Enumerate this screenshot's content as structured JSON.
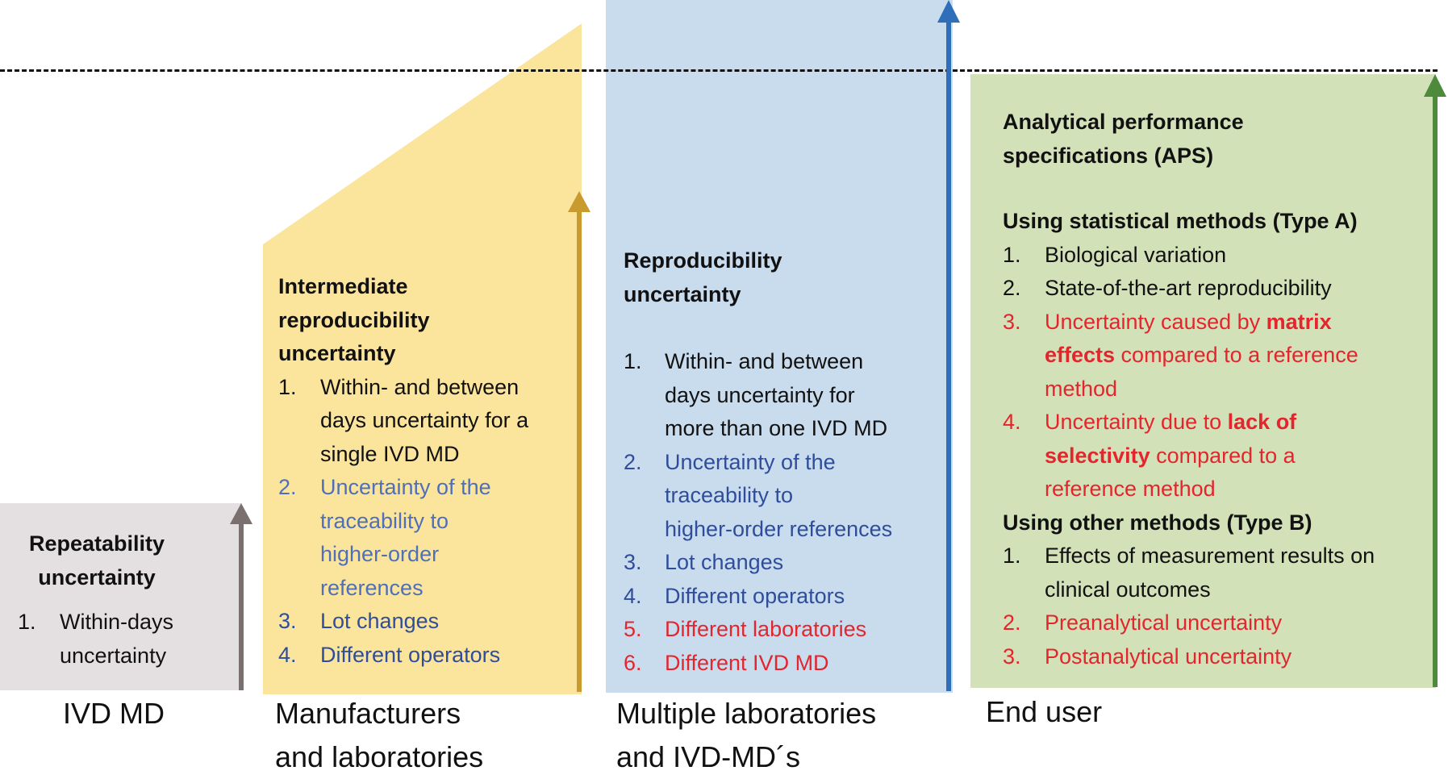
{
  "colors": {
    "gray": "#e4e0e1",
    "yellow": "#fbe59d",
    "blue": "#c9dcee",
    "green": "#d3e1b9",
    "arrow_gray": "#7b7070",
    "arrow_gold": "#c99a2e",
    "arrow_blue": "#2f6fba",
    "arrow_green": "#4e8a3c"
  },
  "gray": {
    "title": [
      "Repeatability",
      "uncertainty"
    ],
    "items": [
      {
        "num": "1.",
        "lines": [
          "Within-days",
          "uncertainty"
        ]
      }
    ],
    "label": [
      "IVD MD"
    ]
  },
  "yellow": {
    "title": [
      "Intermediate",
      "reproducibility",
      "uncertainty"
    ],
    "items": [
      {
        "num": "1.",
        "lines": [
          "Within- and between",
          "days uncertainty for a",
          "single IVD MD"
        ]
      },
      {
        "num": "2.",
        "lines": [
          "Uncertainty of the",
          "traceability to",
          "higher-order",
          "references"
        ]
      },
      {
        "num": "3.",
        "lines": [
          "Lot changes"
        ]
      },
      {
        "num": "4.",
        "lines": [
          "Different operators"
        ]
      }
    ],
    "label": [
      "Manufacturers",
      "and laboratories"
    ]
  },
  "blue": {
    "title": [
      "Reproducibility",
      "uncertainty"
    ],
    "items": [
      {
        "num": "1.",
        "lines": [
          "Within- and between",
          "days uncertainty for",
          "more than one IVD MD"
        ]
      },
      {
        "num": "2.",
        "lines": [
          "Uncertainty of the",
          "traceability to",
          "higher-order references"
        ]
      },
      {
        "num": "3.",
        "lines": [
          "Lot changes"
        ]
      },
      {
        "num": "4.",
        "lines": [
          "Different operators"
        ]
      },
      {
        "num": "5.",
        "lines": [
          "Different laboratories"
        ]
      },
      {
        "num": "6.",
        "lines": [
          "Different IVD MD"
        ]
      }
    ],
    "label": [
      "Multiple laboratories",
      "and IVD-MD´s"
    ]
  },
  "green": {
    "title": [
      "Analytical performance",
      "specifications (APS)"
    ],
    "typeA": "Using statistical methods (Type A)",
    "itemsA": [
      {
        "num": "1.",
        "lines": [
          "Biological variation"
        ]
      },
      {
        "num": "2.",
        "lines": [
          "State-of-the-art reproducibility"
        ]
      },
      {
        "num": "3.",
        "l1a": "Uncertainty caused by ",
        "l1b": "matrix",
        "l2a": "effects",
        "l2b": " compared to a reference",
        "l3": "method"
      },
      {
        "num": "4.",
        "l1a": "Uncertainty due to ",
        "l1b": "lack of",
        "l2a": "selectivity",
        "l2b": " compared to a",
        "l3": "reference method"
      }
    ],
    "typeB": "Using other methods (Type B)",
    "itemsB": [
      {
        "num": "1.",
        "lines": [
          "Effects of measurement results on",
          "clinical outcomes"
        ]
      },
      {
        "num": "2.",
        "lines": [
          "Preanalytical uncertainty"
        ]
      },
      {
        "num": "3.",
        "lines": [
          "Postanalytical uncertainty"
        ]
      }
    ],
    "label": [
      "End user"
    ]
  }
}
